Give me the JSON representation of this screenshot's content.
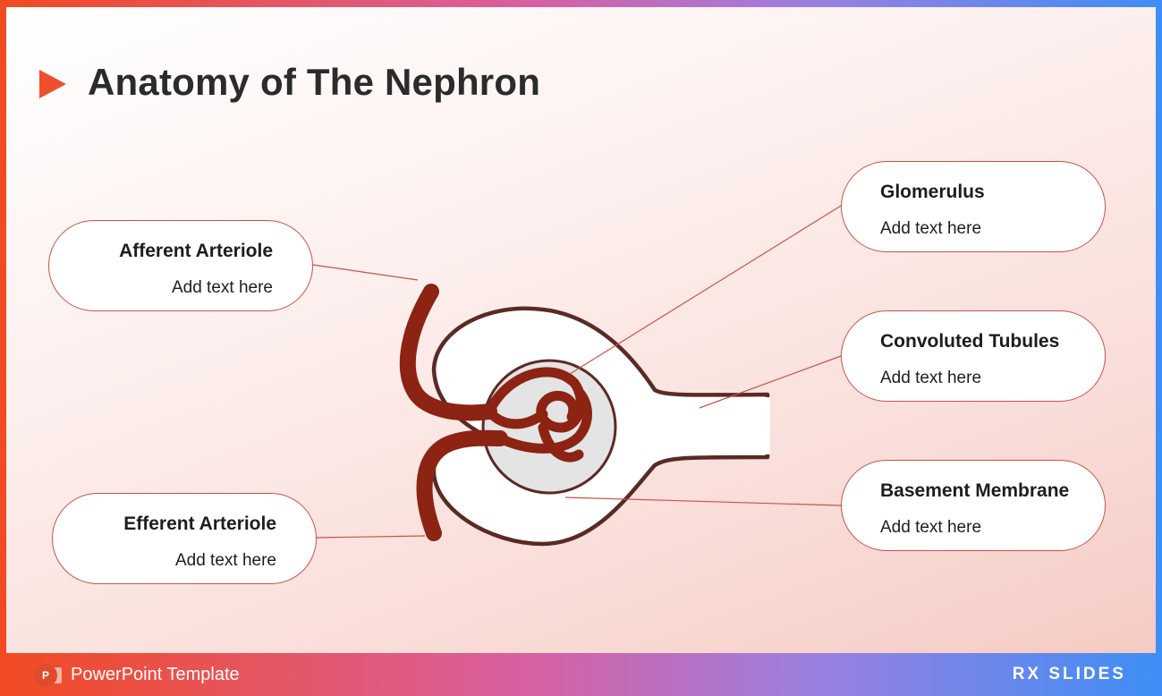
{
  "slide": {
    "title": "Anatomy of The Nephron"
  },
  "callouts": {
    "afferent": {
      "title": "Afferent Arteriole",
      "text": "Add text here"
    },
    "efferent": {
      "title": "Efferent Arteriole",
      "text": "Add text here"
    },
    "glomerulus": {
      "title": "Glomerulus",
      "text": "Add text here"
    },
    "tubules": {
      "title": "Convoluted Tubules",
      "text": "Add text here"
    },
    "membrane": {
      "title": "Basement Membrane",
      "text": "Add text here"
    }
  },
  "footer": {
    "label": "PowerPoint Template",
    "brand": "RX SLIDES",
    "app_icon_letter": "P"
  },
  "colors": {
    "accent": "#ef4f2d",
    "vessel": "#8c2313",
    "capsule_outline": "#5a2a24",
    "leader_line": "#c9524a"
  }
}
